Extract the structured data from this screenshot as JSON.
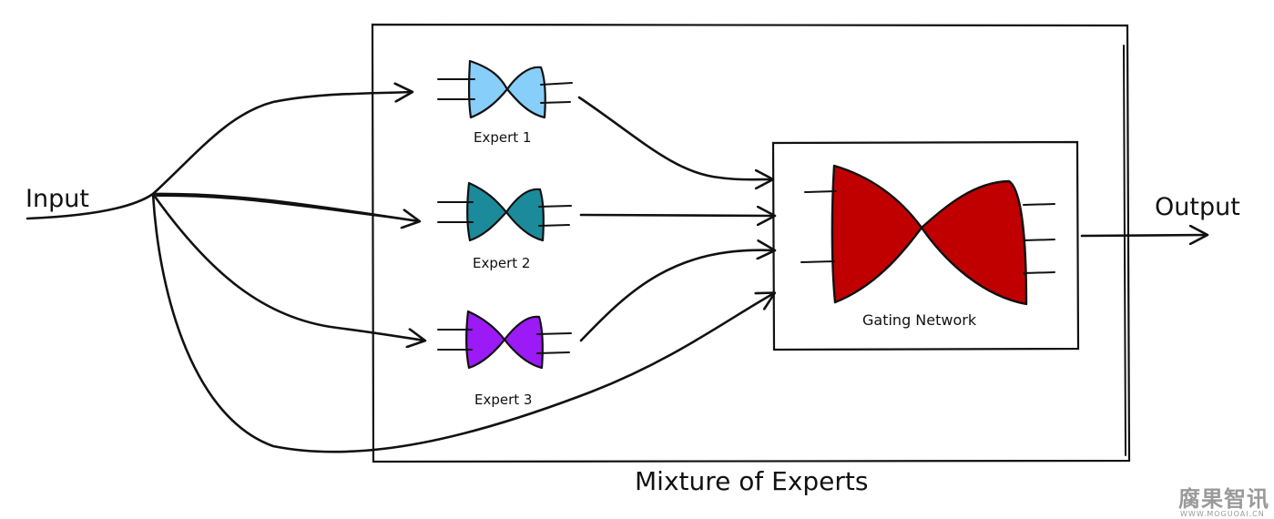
{
  "labels": {
    "input": "Input",
    "output": "Output",
    "container_title": "Mixture of Experts",
    "gating": "Gating Network",
    "watermark": "腐果智讯",
    "watermark_sub": "WWW.MOGUOAI.CN"
  },
  "experts": [
    {
      "label": "Expert 1",
      "color": "#87CEFA"
    },
    {
      "label": "Expert 2",
      "color": "#1B8B9B"
    },
    {
      "label": "Expert 3",
      "color": "#9B1AF5"
    }
  ],
  "gating_color": "#C00000",
  "line_color": "#111111"
}
